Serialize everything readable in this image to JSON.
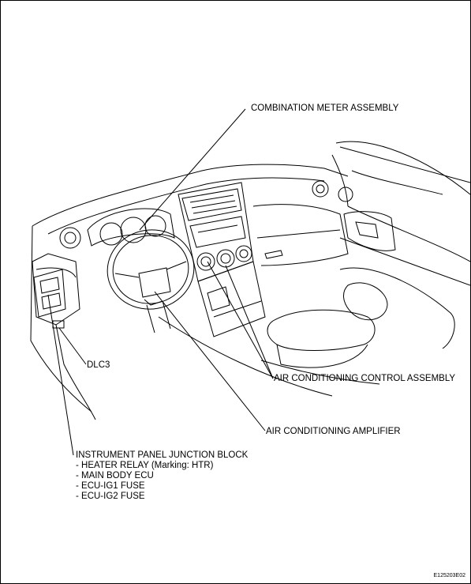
{
  "labels": {
    "combination_meter": "COMBINATION METER ASSEMBLY",
    "dlc3": "DLC3",
    "ac_control": "AIR CONDITIONING CONTROL ASSEMBLY",
    "ac_amplifier": "AIR CONDITIONING AMPLIFIER",
    "junction_block": {
      "title": "INSTRUMENT PANEL JUNCTION BLOCK",
      "items": [
        "- HEATER RELAY (Marking: HTR)",
        "- MAIN BODY ECU",
        "- ECU-IG1 FUSE",
        "- ECU-IG2 FUSE"
      ]
    }
  },
  "figure_code": "E125203E02"
}
